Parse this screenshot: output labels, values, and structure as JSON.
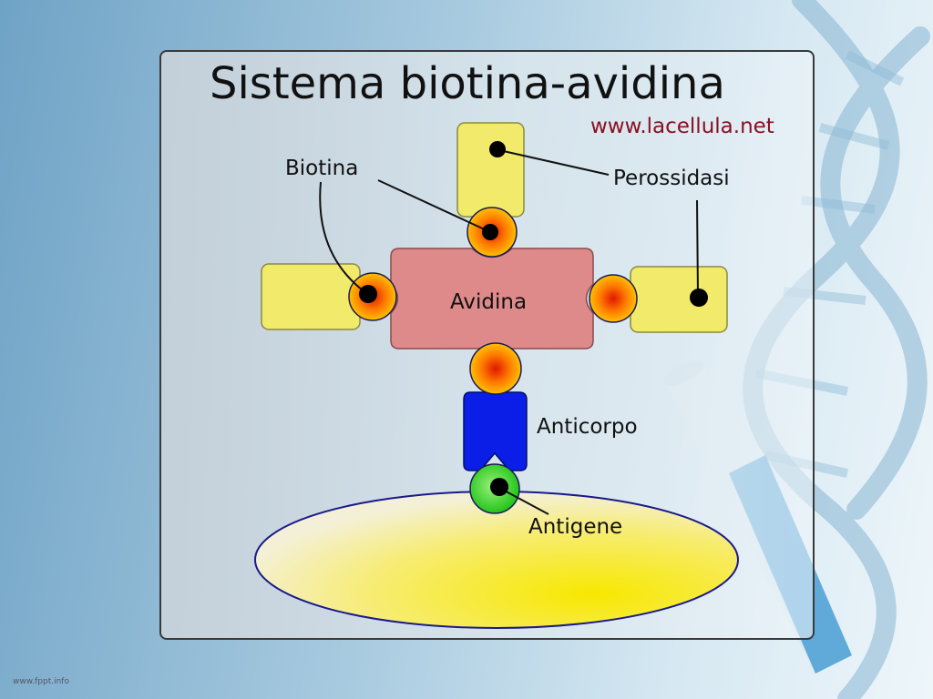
{
  "title": "Sistema biotina-avidina",
  "website": "www.lacellula.net",
  "labels": {
    "biotina": "Biotina",
    "perossidasi": "Perossidasi",
    "avidina": "Avidina",
    "anticorpo": "Anticorpo",
    "antigene": "Antigene"
  },
  "corner_text": "www.fppt.info",
  "colors": {
    "peroxidase": "#f2ea6a",
    "avidin": "#de8a8a",
    "antibody": "#0a1ee8",
    "antigen_dot": "#3ee03a",
    "biotin_outer": "#ffb000",
    "biotin_inner": "#e82000",
    "cell": "#f6ea40"
  }
}
